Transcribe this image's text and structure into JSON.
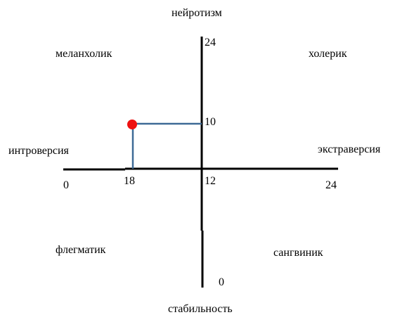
{
  "axes": {
    "top": "нейротизм",
    "bottom": "стабильность",
    "left": "интроверсия",
    "right": "экстраверсия"
  },
  "quadrants": {
    "top_left": "меланхолик",
    "top_right": "холерик",
    "bottom_left": "флегматик",
    "bottom_right": "сангвиник"
  },
  "ticks": {
    "y_max": "24",
    "y_point": "10",
    "y_min": "0",
    "x_min": "0",
    "x_point": "18",
    "x_center": "12",
    "x_max": "24"
  },
  "point": {
    "x": 18,
    "y": 10
  },
  "colors": {
    "axis": "#000000",
    "guide": "#3e6a96",
    "point": "#ee1111"
  }
}
